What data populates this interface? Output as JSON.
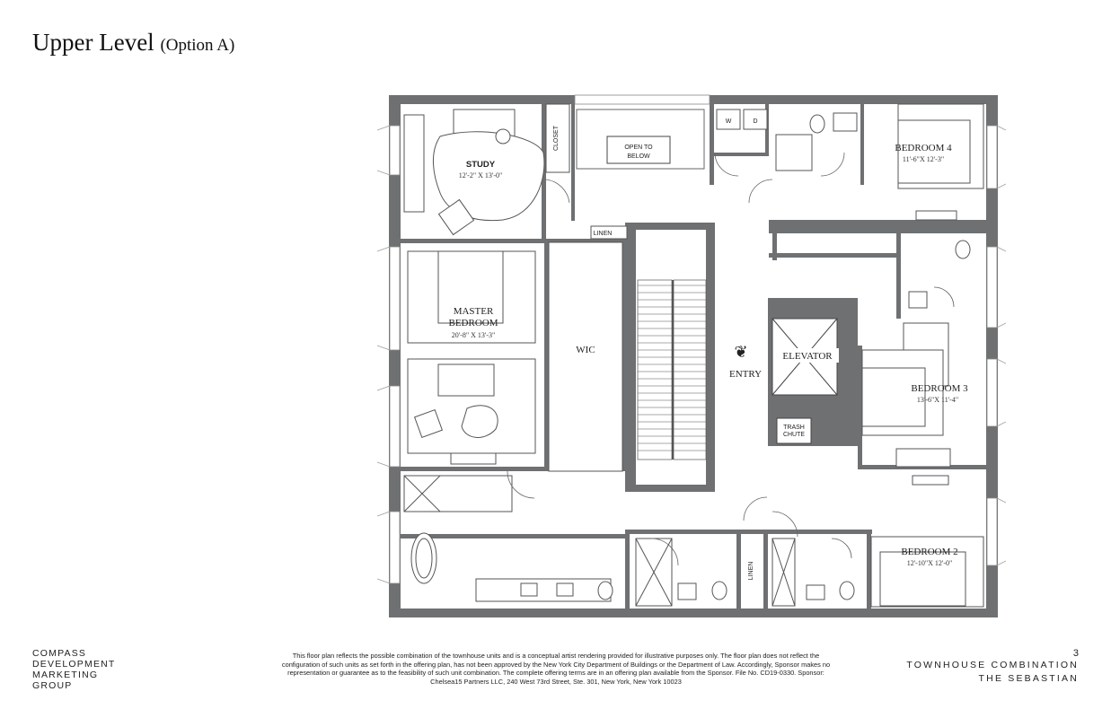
{
  "header": {
    "title": "Upper Level",
    "subtitle": "(Option A)"
  },
  "rooms": {
    "study": {
      "name": "STUDY",
      "dims": "12'-2\" X 13'-0\""
    },
    "closet": "CLOSET",
    "open_to_below": [
      "OPEN TO",
      "BELOW"
    ],
    "washer": "W",
    "dryer": "D",
    "bedroom4": {
      "name": "BEDROOM 4",
      "dims": "11'-6\"X 12'-3\""
    },
    "linen_top": "LINEN",
    "master": {
      "name_line1": "MASTER",
      "name_line2": "BEDROOM",
      "dims": "20'-8\" X 13'-3\""
    },
    "wic": "WIC",
    "entry": "ENTRY",
    "elevator": "ELEVATOR",
    "bedroom3": {
      "name": "BEDROOM 3",
      "dims": "13'-6\"X 11'-4\""
    },
    "trash": [
      "TRASH",
      "CHUTE"
    ],
    "linen_bottom": "LINEN",
    "bedroom2": {
      "name": "BEDROOM 2",
      "dims": "12'-10\"X 12'-0\""
    }
  },
  "footer": {
    "brand": [
      "COMPASS",
      "DEVELOPMENT",
      "MARKETING",
      "GROUP"
    ],
    "disclaimer": "This floor plan reflects the possible combination of the townhouse units and is a conceptual artist rendering provided for illustrative purposes only. The floor plan does not reflect the configuration of such units as set forth in the offering plan, has not been approved by the New York City Department of Buildings or the Department of Law. Accordingly, Sponsor makes no representation or guarantee as to the feasibility of such unit combination. The complete offering terms are in an offering plan available from the Sponsor. File No. CD19-0330. Sponsor: Chelsea15 Partners LLC, 240 West 73rd Street, Ste. 301, New York, New York 10023",
    "page_number": "3",
    "project_line1": "TOWNHOUSE COMBINATION",
    "project_line2": "THE SEBASTIAN"
  },
  "colors": {
    "wall": "#6e7072",
    "fixture": "#555555",
    "core": "#6e7072"
  }
}
